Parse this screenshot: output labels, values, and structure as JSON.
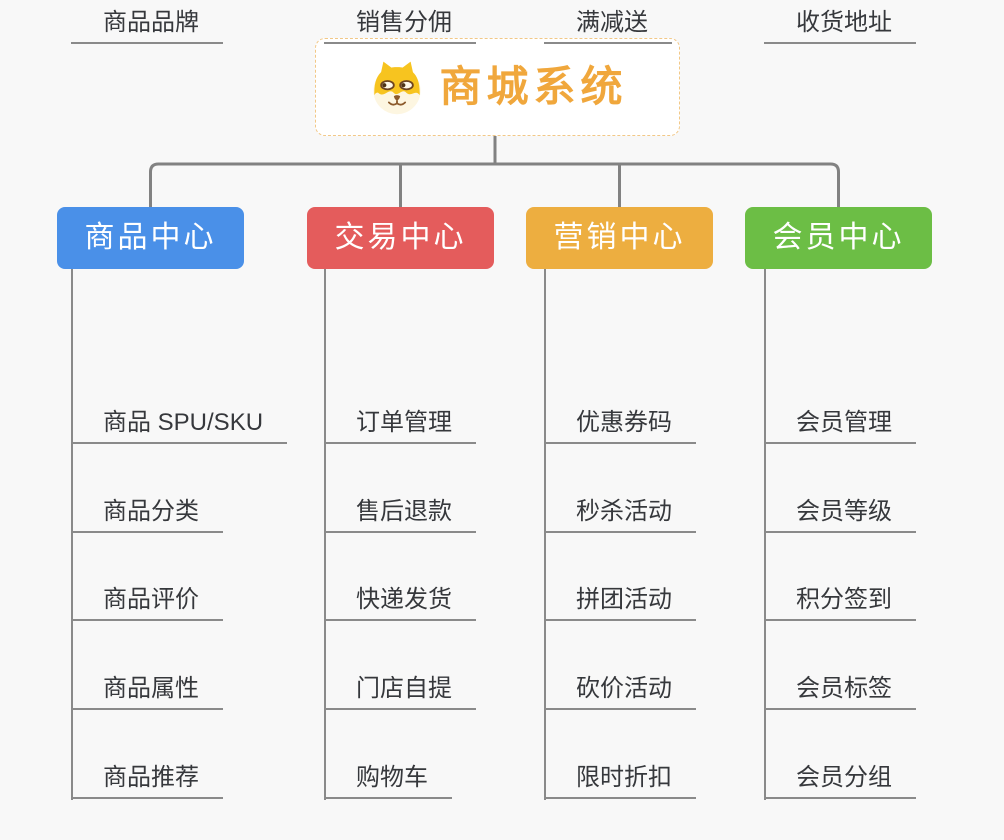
{
  "root": {
    "title": "商城系统",
    "icon": "dog-face-icon",
    "text_color": "#F0A73C",
    "border_color": "#F2C887"
  },
  "branches": [
    {
      "label": "商品中心",
      "color": "#4A90E8",
      "items": [
        "商品 SPU/SKU",
        "商品分类",
        "商品评价",
        "商品属性",
        "商品推荐",
        "商品品牌"
      ]
    },
    {
      "label": "交易中心",
      "color": "#E45C5C",
      "items": [
        "订单管理",
        "售后退款",
        "快递发货",
        "门店自提",
        "购物车",
        "销售分佣"
      ]
    },
    {
      "label": "营销中心",
      "color": "#EDAE40",
      "items": [
        "优惠券码",
        "秒杀活动",
        "拼团活动",
        "砍价活动",
        "限时折扣",
        "满减送"
      ]
    },
    {
      "label": "会员中心",
      "color": "#6CBE45",
      "items": [
        "会员管理",
        "会员等级",
        "积分签到",
        "会员标签",
        "会员分组",
        "收货地址"
      ]
    }
  ],
  "colors": {
    "background": "#F8F8F8",
    "connector": "#828282",
    "underline": "#8A8A8A",
    "leaf_text": "#36383C"
  }
}
